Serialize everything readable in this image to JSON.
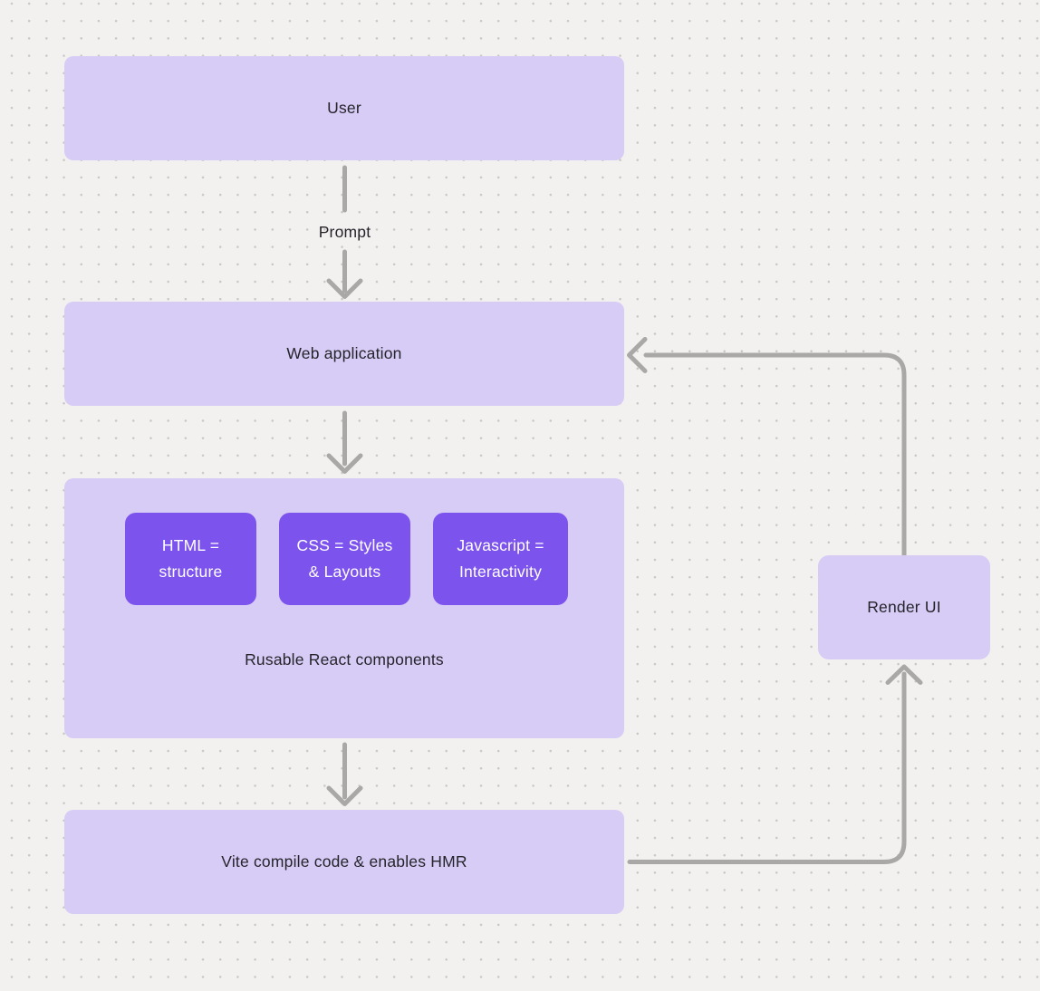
{
  "colors": {
    "background": "#f2f1ef",
    "dot_grid": "#c9c7c4",
    "node_fill": "#d7ccf6",
    "chip_fill": "#7d53ee",
    "chip_text": "#ffffff",
    "node_text": "#26242b",
    "connector": "#a9a8a6"
  },
  "nodes": {
    "user": {
      "label": "User"
    },
    "web_application": {
      "label": "Web application"
    },
    "components_group": {
      "caption": "Rusable React components",
      "chips": [
        {
          "lines": [
            "HTML =",
            "structure"
          ]
        },
        {
          "lines": [
            "CSS = Styles",
            "& Layouts"
          ]
        },
        {
          "lines": [
            "Javascript =",
            "Interactivity"
          ]
        }
      ]
    },
    "vite": {
      "label": "Vite compile code & enables HMR"
    },
    "render_ui": {
      "label": "Render UI"
    }
  },
  "edge_labels": {
    "prompt": "Prompt"
  }
}
